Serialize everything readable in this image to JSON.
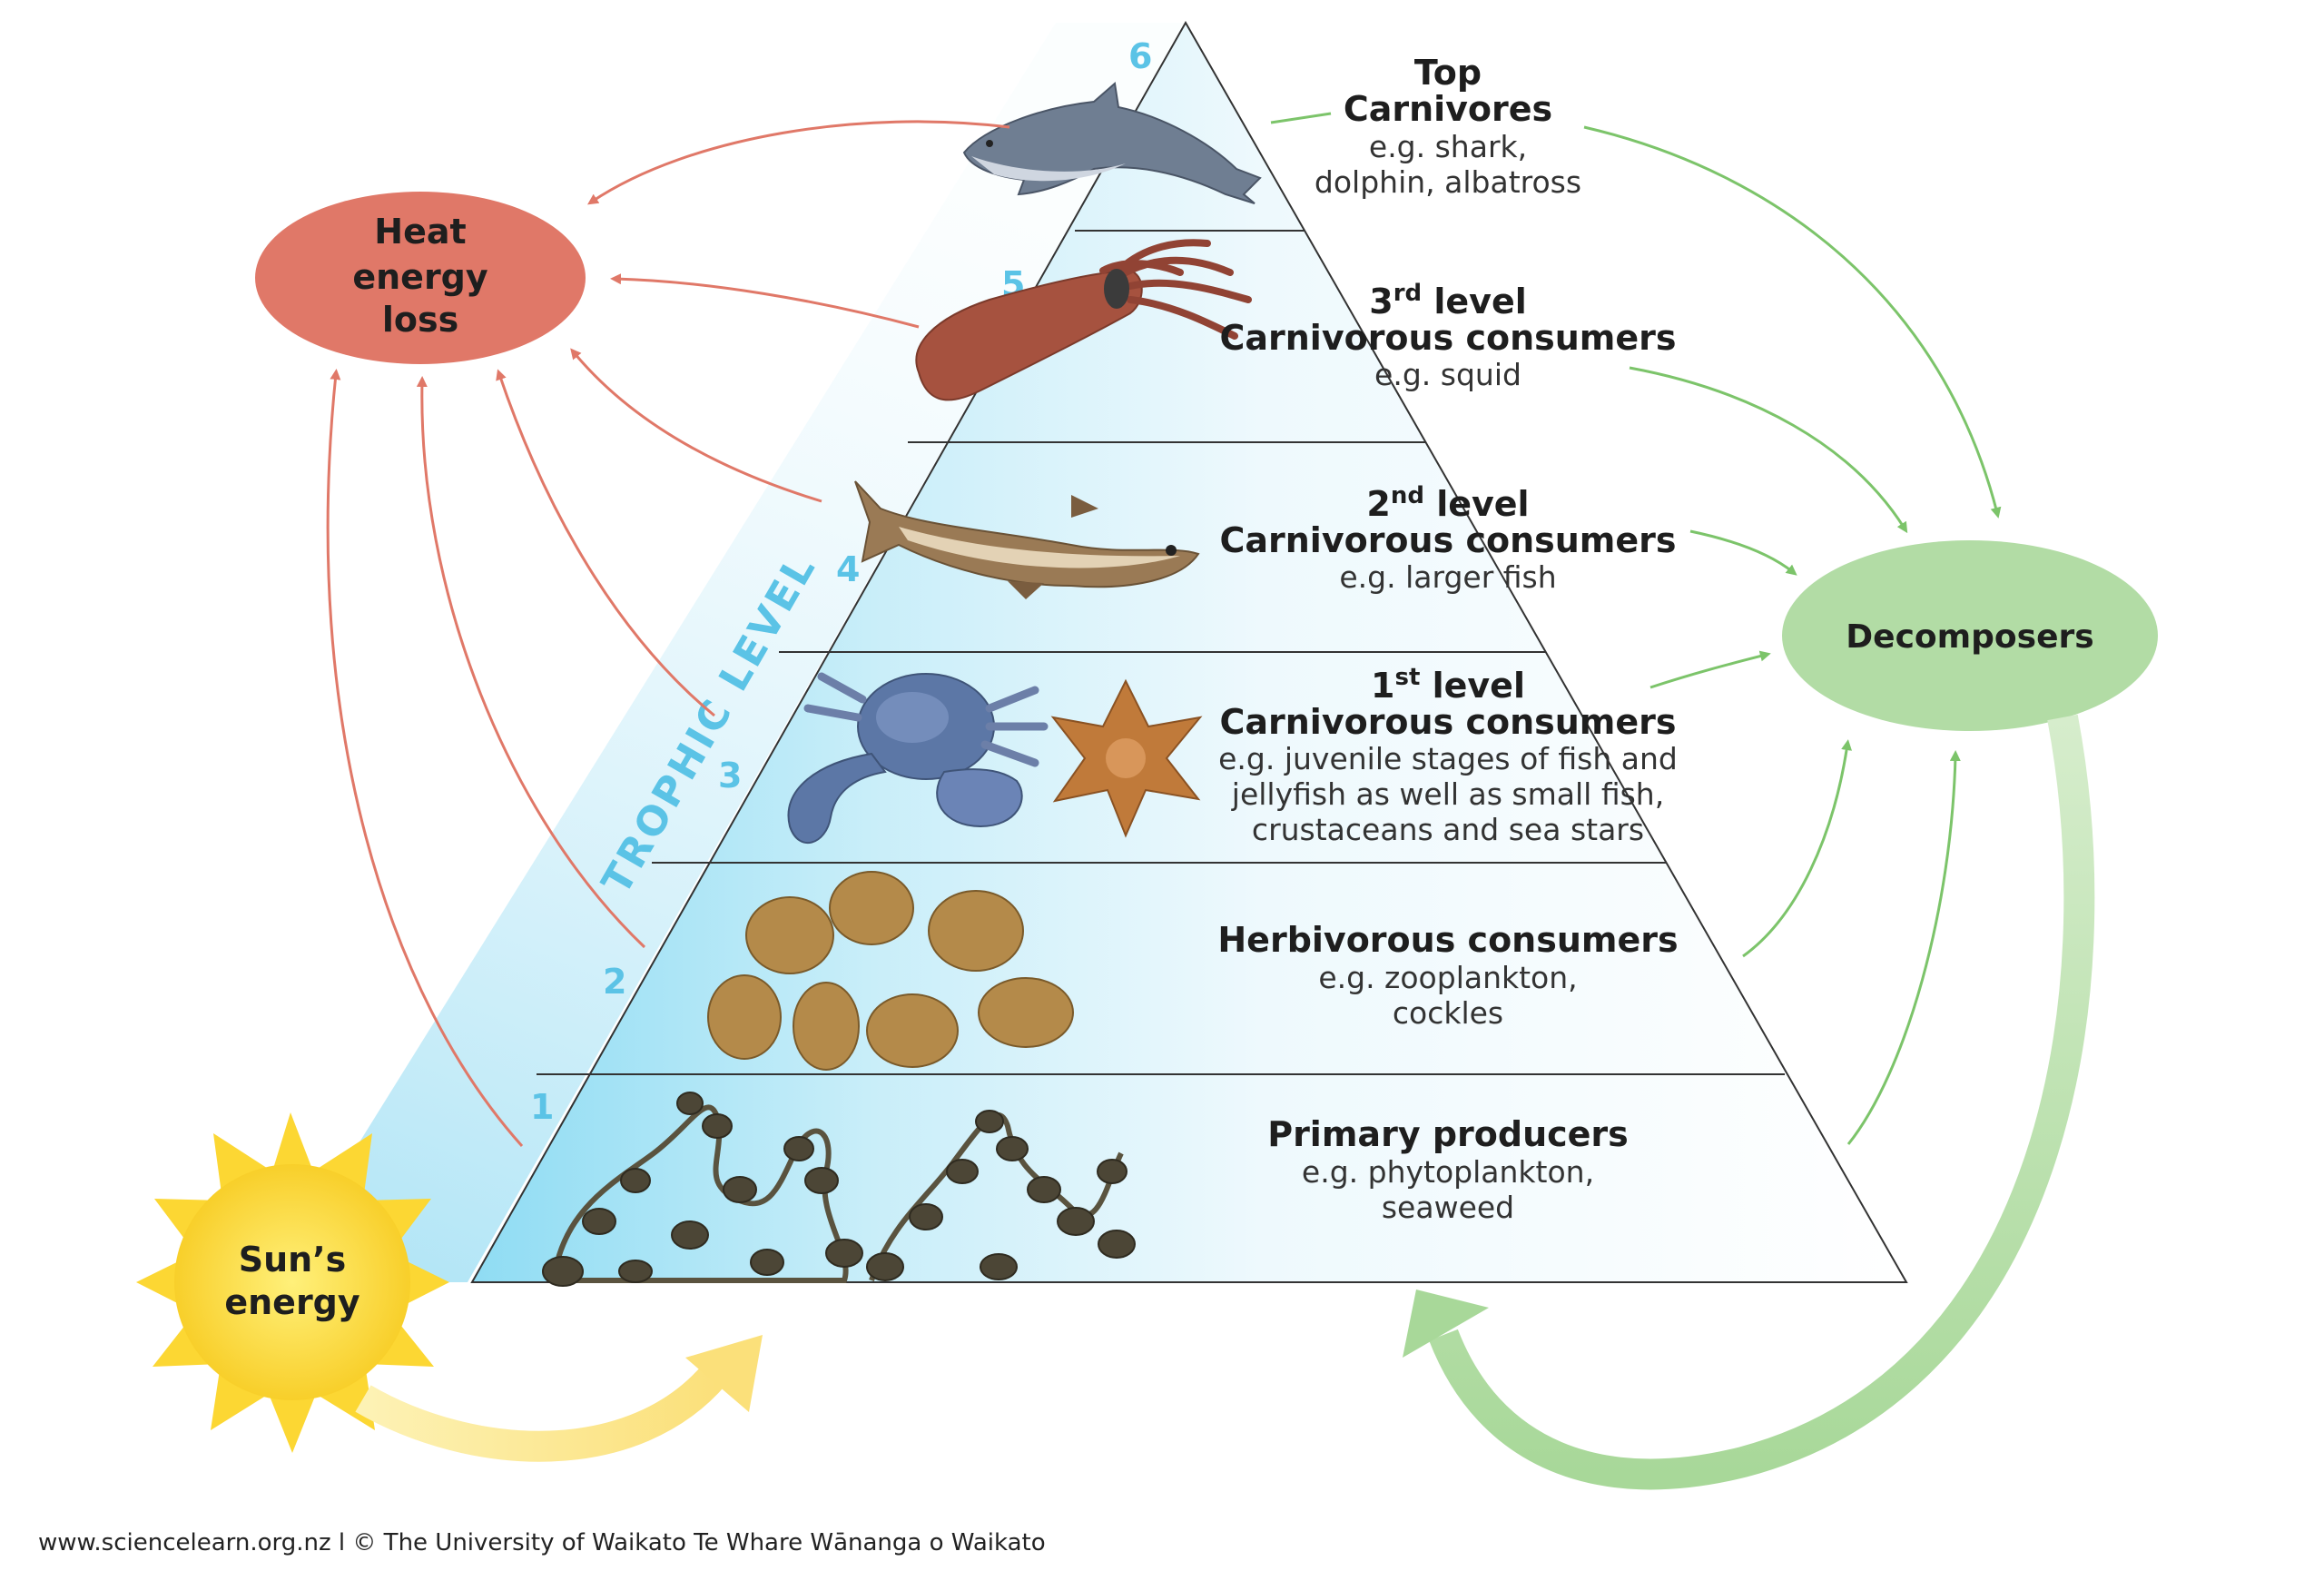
{
  "trophic_axis_label": "TROPHIC LEVEL",
  "heat_loss": {
    "lines": [
      "Heat",
      "energy",
      "loss"
    ],
    "color": "#e07868"
  },
  "decomposers": {
    "label": "Decomposers",
    "color": "#b2dca5"
  },
  "sun": {
    "lines": [
      "Sun’s",
      "energy"
    ],
    "color": "#fcd733"
  },
  "levels": [
    {
      "number": "6",
      "title_lines": [
        "Top",
        "Carnivores"
      ],
      "example_lines": [
        "e.g. shark,",
        "dolphin, albatross"
      ],
      "organisms": [
        "dolphin"
      ]
    },
    {
      "number": "5",
      "title_main": "3",
      "title_sup": "rd",
      "title_rest": " level",
      "title_line2": "Carnivorous consumers",
      "example_lines": [
        "e.g. squid"
      ],
      "organisms": [
        "squid"
      ]
    },
    {
      "number": "4",
      "title_main": "2",
      "title_sup": "nd",
      "title_rest": " level",
      "title_line2": "Carnivorous consumers",
      "example_lines": [
        "e.g. larger fish"
      ],
      "organisms": [
        "fish"
      ]
    },
    {
      "number": "3",
      "title_main": "1",
      "title_sup": "st",
      "title_rest": " level",
      "title_line2": "Carnivorous consumers",
      "example_lines": [
        "e.g. juvenile stages of fish and",
        "jellyfish as well as small fish,",
        "crustaceans and sea stars"
      ],
      "organisms": [
        "crab",
        "sea star"
      ]
    },
    {
      "number": "2",
      "title_lines": [
        "Herbivorous consumers"
      ],
      "example_lines": [
        "e.g. zooplankton,",
        "cockles"
      ],
      "organisms": [
        "cockles"
      ]
    },
    {
      "number": "1",
      "title_lines": [
        "Primary producers"
      ],
      "example_lines": [
        "e.g. phytoplankton,",
        "seaweed"
      ],
      "organisms": [
        "seaweed"
      ]
    }
  ],
  "footer": "www.sciencelearn.org.nz l © The University of Waikato Te Whare Wānanga o Waikato"
}
